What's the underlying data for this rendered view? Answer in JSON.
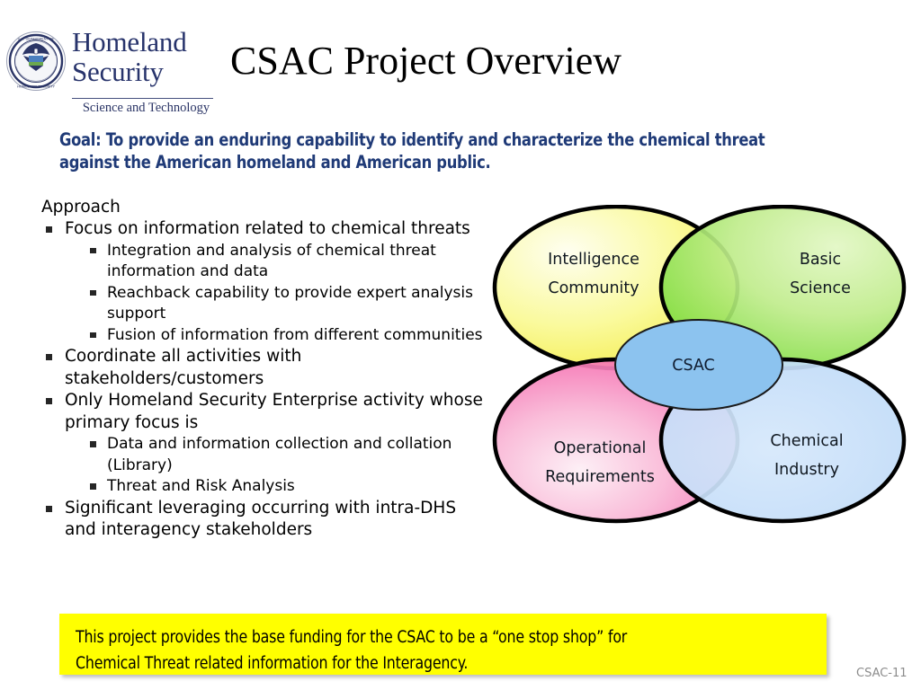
{
  "header": {
    "logo": {
      "seal_alt": "dhs-seal",
      "word_line1": "Homeland",
      "word_line2": "Security",
      "tagline": "Science and Technology"
    },
    "title": "CSAC Project Overview"
  },
  "goal": {
    "text": "Goal:  To provide an enduring capability to  identify and characterize the chemical threat against the American homeland and American public.",
    "color": "#1f3a77"
  },
  "approach": {
    "heading": "Approach",
    "items": [
      {
        "text": "Focus on information related to chemical threats",
        "children": [
          "Integration and analysis of chemical threat information and data",
          "Reachback capability to provide expert analysis support",
          "Fusion of information from different communities"
        ]
      },
      {
        "text": "Coordinate all activities with stakeholders/customers",
        "children": []
      },
      {
        "text": "Only Homeland Security Enterprise activity whose primary focus is",
        "children": [
          "Data and information collection and collation (Library)",
          "Threat and Risk Analysis"
        ]
      },
      {
        "text": "Significant leveraging occurring with intra-DHS and interagency stakeholders",
        "children": []
      }
    ]
  },
  "venn": {
    "circles": [
      {
        "id": "intelligence-community",
        "label_line1": "Intelligence",
        "label_line2": "Community",
        "fill_light": "#fdfde4",
        "fill_dark": "#f5ee5c"
      },
      {
        "id": "basic-science",
        "label_line1": "Basic",
        "label_line2": "Science",
        "fill_light": "#d7f2b0",
        "fill_dark": "#86dc48"
      },
      {
        "id": "operational-requirements",
        "label_line1": "Operational",
        "label_line2": "Requirements",
        "fill_light": "#fde8f1",
        "fill_dark": "#f564ab"
      },
      {
        "id": "chemical-industry",
        "label_line1": "Chemical",
        "label_line2": "Industry",
        "fill_light": "#cfe4fa",
        "fill_dark": "#b8d9f7"
      }
    ],
    "center": {
      "id": "csac",
      "label": "CSAC",
      "fill": "#8cc3ef"
    }
  },
  "callout": {
    "line1": "This project provides the base funding for the CSAC to be a “one stop shop” for",
    "line2": "Chemical Threat related information for the Interagency.",
    "background": "#ffff00"
  },
  "footer": {
    "slide_number": "CSAC-11"
  }
}
